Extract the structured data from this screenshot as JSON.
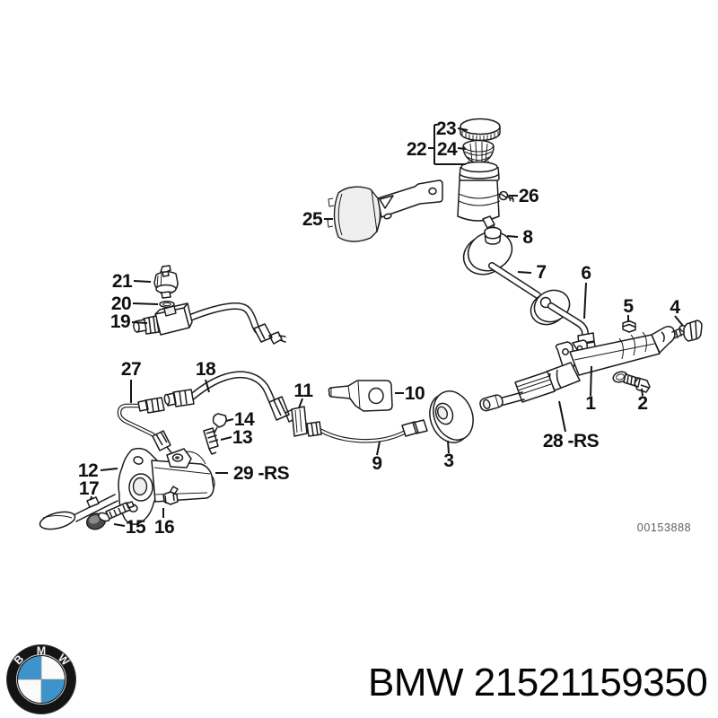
{
  "diagram": {
    "watermark": "00153888",
    "parts": {
      "p1": "1",
      "p2": "2",
      "p3": "3",
      "p4": "4",
      "p5": "5",
      "p6": "6",
      "p7": "7",
      "p8": "8",
      "p9": "9",
      "p10": "10",
      "p11": "11",
      "p12": "12",
      "p13": "13",
      "p14": "14",
      "p15": "15",
      "p16": "16",
      "p17": "17",
      "p18": "18",
      "p19": "19",
      "p20": "20",
      "p21": "21",
      "p22": "22",
      "p23": "23",
      "p24": "24",
      "p25": "25",
      "p26": "26",
      "p27": "27",
      "p28": "28 -RS",
      "p29": "29 -RS"
    }
  },
  "footer": {
    "title": "BMW 21521159350",
    "logo_letters": [
      "B",
      "M",
      "W"
    ],
    "logo_blue": "#3d93cc"
  }
}
